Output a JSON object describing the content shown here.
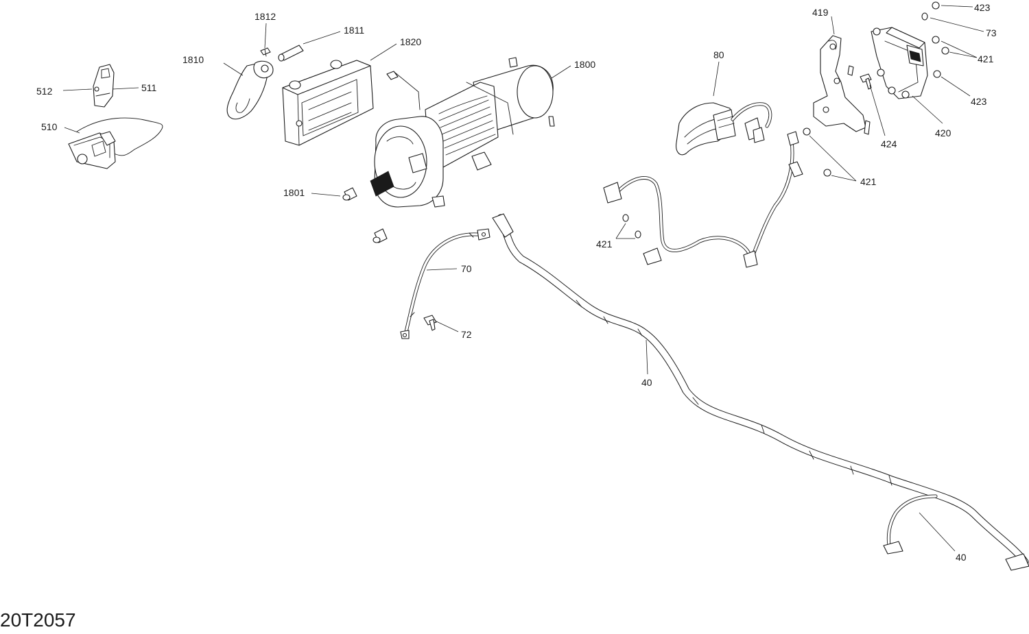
{
  "figure_code": "20T2057",
  "callouts": [
    {
      "id": "c1812",
      "label": "1812"
    },
    {
      "id": "c1811",
      "label": "1811"
    },
    {
      "id": "c1810",
      "label": "1810"
    },
    {
      "id": "c1820",
      "label": "1820"
    },
    {
      "id": "c1800",
      "label": "1800"
    },
    {
      "id": "c1801",
      "label": "1801"
    },
    {
      "id": "c512",
      "label": "512"
    },
    {
      "id": "c511",
      "label": "511"
    },
    {
      "id": "c510",
      "label": "510"
    },
    {
      "id": "c70",
      "label": "70"
    },
    {
      "id": "c72",
      "label": "72"
    },
    {
      "id": "c40a",
      "label": "40"
    },
    {
      "id": "c40b",
      "label": "40"
    },
    {
      "id": "c80",
      "label": "80"
    },
    {
      "id": "c421a",
      "label": "421"
    },
    {
      "id": "c421b",
      "label": "421"
    },
    {
      "id": "c421c",
      "label": "421"
    },
    {
      "id": "c419",
      "label": "419"
    },
    {
      "id": "c423a",
      "label": "423"
    },
    {
      "id": "c423b",
      "label": "423"
    },
    {
      "id": "c73",
      "label": "73"
    },
    {
      "id": "c424",
      "label": "424"
    },
    {
      "id": "c420",
      "label": "420"
    }
  ]
}
